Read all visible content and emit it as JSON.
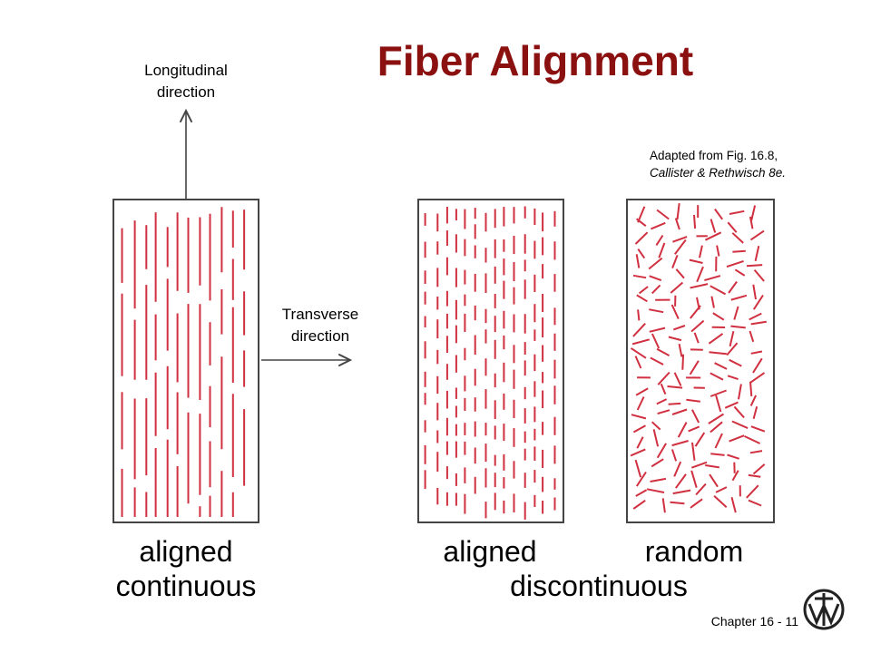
{
  "slide": {
    "title": "Fiber Alignment",
    "longitudinal_line1": "Longitudinal",
    "longitudinal_line2": "direction",
    "transverse_line1": "Transverse",
    "transverse_line2": "direction",
    "adapted_line1": "Adapted from Fig. 16.8,",
    "adapted_line2": "Callister & Rethwisch 8e.",
    "caption_aligned_continuous_1": "aligned",
    "caption_aligned_continuous_2": "continuous",
    "caption_aligned_discontinuous": "aligned",
    "caption_random": "random",
    "caption_discontinuous": "discontinuous",
    "footer": "Chapter 16 - 11"
  },
  "colors": {
    "title": "#8B1010",
    "fiber": "#D03040",
    "outline": "#444444"
  },
  "icons": {
    "logo": "publisher-logo-icon"
  }
}
